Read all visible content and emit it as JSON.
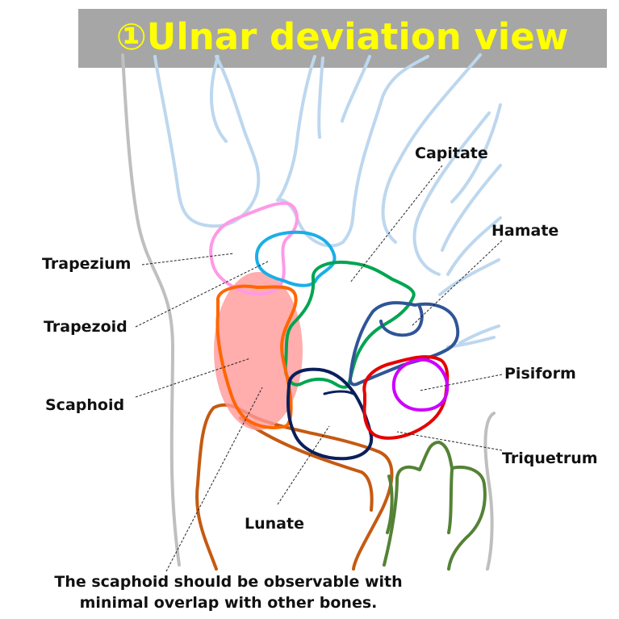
{
  "title": "①Ulnar deviation view",
  "caption": {
    "line1": "The scaphoid should be observable with",
    "line2": "minimal overlap with other bones."
  },
  "labels": {
    "capitate": "Capitate",
    "hamate": "Hamate",
    "trapezium": "Trapezium",
    "trapezoid": "Trapezoid",
    "scaphoid": "Scaphoid",
    "pisiform": "Pisiform",
    "triquetrum": "Triquetrum",
    "lunate": "Lunate"
  },
  "colors": {
    "title_bar": "#a6a6a6",
    "title_text": "#ffff00",
    "skin_outline": "#bfbfbf",
    "metacarpals": "#bdd7ee",
    "trapezium": "#ff99e6",
    "trapezoid": "#1aaee8",
    "capitate": "#00a550",
    "hamate": "#2f5597",
    "scaphoid": "#ff6600",
    "scaphoid_highlight": "#ff9999",
    "lunate": "#0a1f5c",
    "pisiform": "#cc00ff",
    "triquetrum": "#e60000",
    "radius": "#c55a11",
    "ulna": "#548235"
  }
}
